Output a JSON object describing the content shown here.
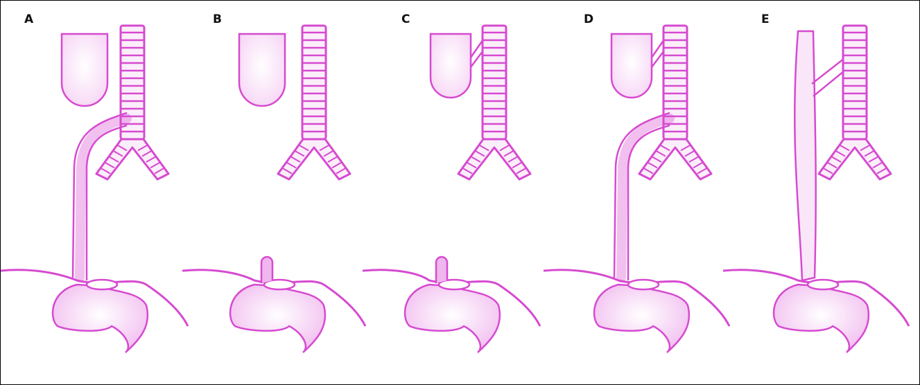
{
  "colors": {
    "line": "#d64ad0",
    "fill_light": "#f9e6f8",
    "fill_mid": "#f0b6ee",
    "label": "#111111",
    "border": "#000000"
  },
  "panels": [
    {
      "label": "A",
      "esophagus": "upper_pouch_and_distal_fistula"
    },
    {
      "label": "B",
      "esophagus": "pure_atresia_no_fistula"
    },
    {
      "label": "C",
      "esophagus": "proximal_fistula"
    },
    {
      "label": "D",
      "esophagus": "proximal_and_distal_fistula"
    },
    {
      "label": "E",
      "esophagus": "h_type_fistula"
    }
  ]
}
